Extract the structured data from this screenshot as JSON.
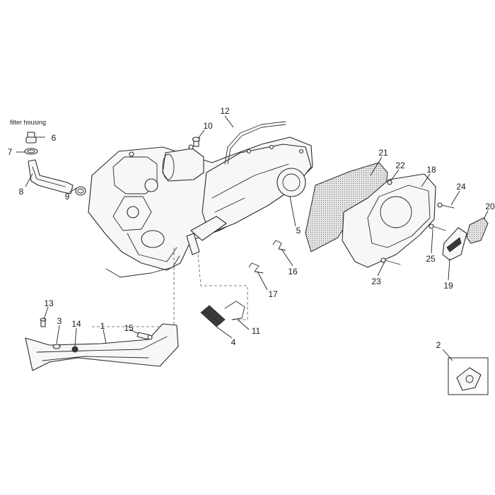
{
  "caption": "filter housing",
  "callouts": {
    "c1": "1",
    "c2": "2",
    "c3": "3",
    "c4": "4",
    "c5": "5",
    "c6": "6",
    "c7": "7",
    "c8": "8",
    "c9": "9",
    "c10": "10",
    "c11": "11",
    "c12": "12",
    "c13": "13",
    "c14": "14",
    "c15": "15",
    "c16": "16",
    "c17": "17",
    "c18": "18",
    "c19": "19",
    "c20": "20",
    "c21": "21",
    "c22": "22",
    "c23": "23",
    "c24": "24",
    "c25": "25"
  }
}
